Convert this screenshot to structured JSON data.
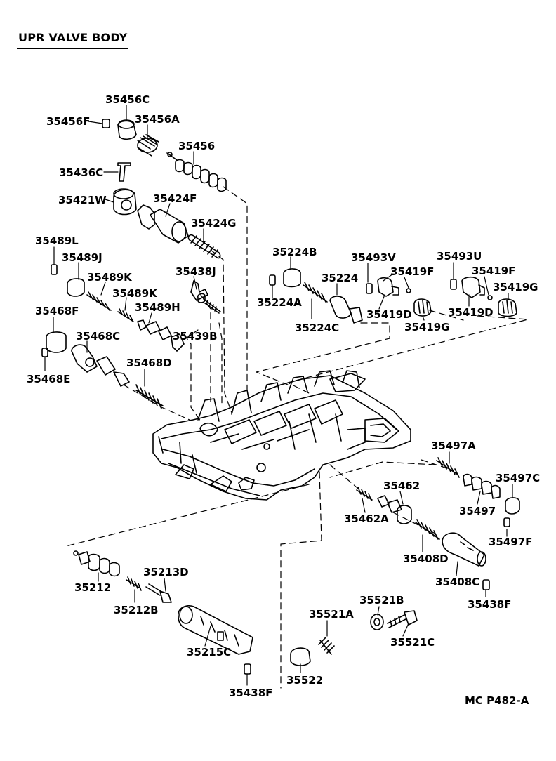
{
  "title": "UPR VALVE  BODY",
  "reference": "MC  P482-A",
  "labels": {
    "p35456C": "35456C",
    "p35456F": "35456F",
    "p35456A": "35456A",
    "p35456": "35456",
    "p35436C": "35436C",
    "p35421W": "35421W",
    "p35424F": "35424F",
    "p35424G": "35424G",
    "p35489L": "35489L",
    "p35489J": "35489J",
    "p35489K_a": "35489K",
    "p35489K_b": "35489K",
    "p35489H": "35489H",
    "p35438J": "35438J",
    "p35439B": "35439B",
    "p35468F": "35468F",
    "p35468C": "35468C",
    "p35468D": "35468D",
    "p35468E": "35468E",
    "p35224B": "35224B",
    "p35224A": "35224A",
    "p35224": "35224",
    "p35224C": "35224C",
    "p35493V": "35493V",
    "p35419F_a": "35419F",
    "p35419D_a": "35419D",
    "p35419G_a": "35419G",
    "p35493U": "35493U",
    "p35419F_b": "35419F",
    "p35419G_b": "35419G",
    "p35419D_b": "35419D",
    "p35497A": "35497A",
    "p35497C": "35497C",
    "p35497": "35497",
    "p35497F": "35497F",
    "p35462": "35462",
    "p35462A": "35462A",
    "p35408D": "35408D",
    "p35408C": "35408C",
    "p35438F_a": "35438F",
    "p35212": "35212",
    "p35213D": "35213D",
    "p35212B": "35212B",
    "p35215C": "35215C",
    "p35438F_b": "35438F",
    "p35521B": "35521B",
    "p35521A": "35521A",
    "p35521C": "35521C",
    "p35522": "35522"
  }
}
